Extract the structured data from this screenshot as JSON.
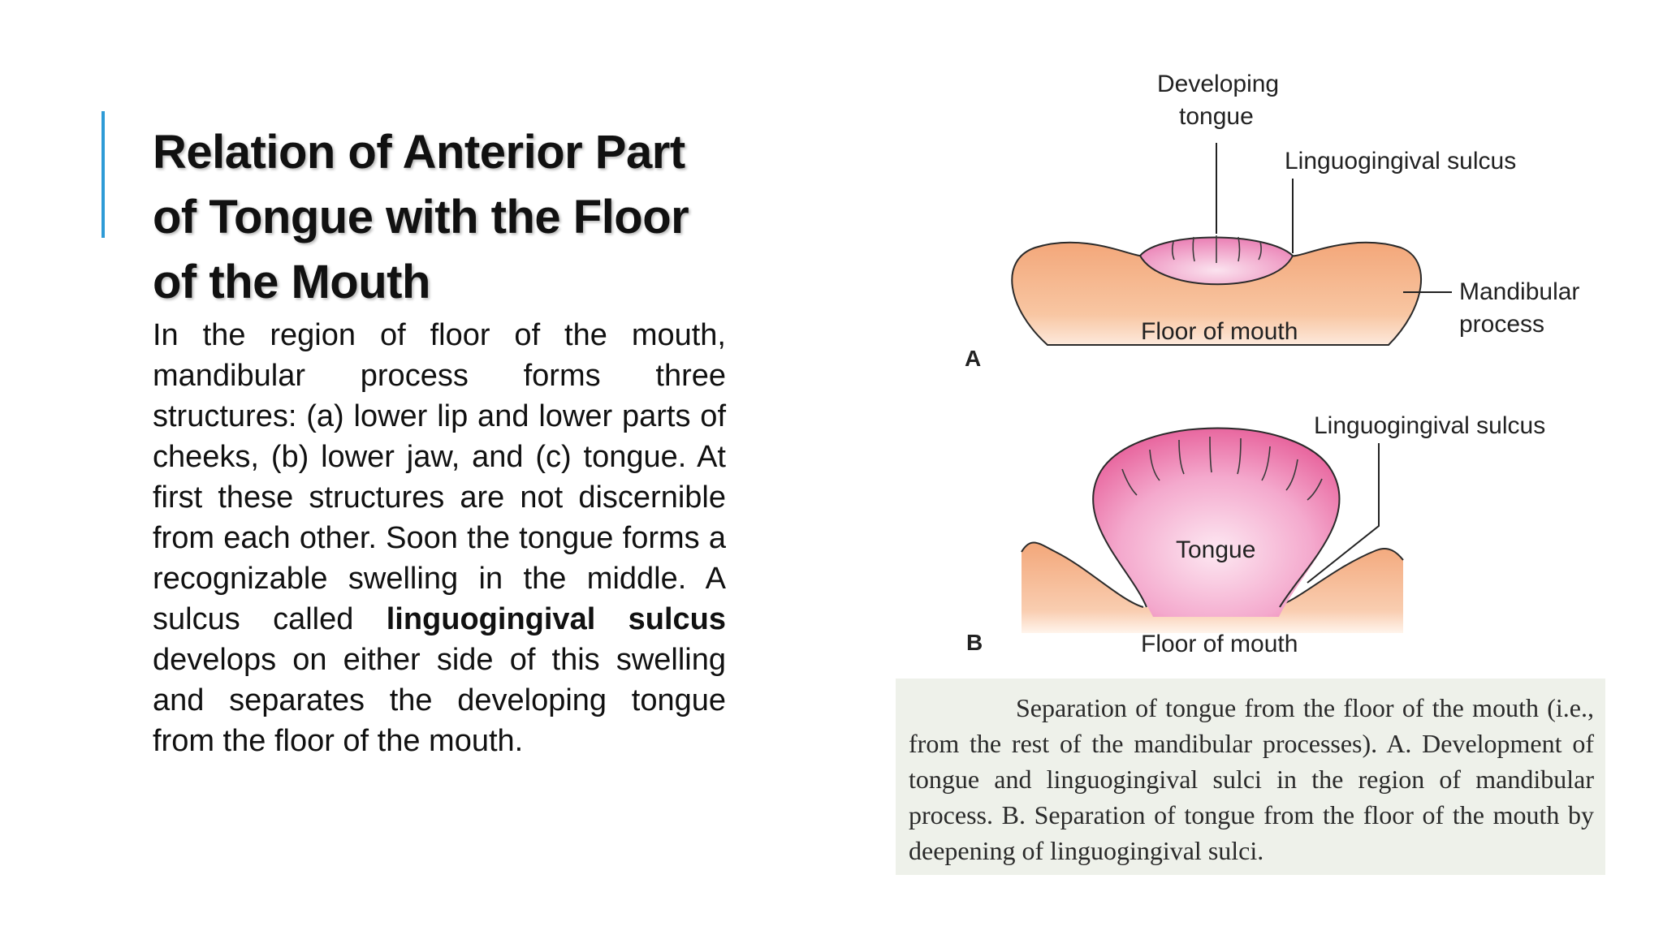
{
  "slide": {
    "title": "Relation of Anterior Part of Tongue with the Floor of the Mouth",
    "body_before_bold": "In the region of floor of the mouth, mandibular process forms three structures: (a) lower lip and lower parts of cheeks, (b) lower jaw, and (c) tongue. At first these structures are not discernible from each other. Soon the tongue forms a recognizable swelling in the middle. A sulcus called ",
    "body_bold": "linguogingival sulcus",
    "body_after_bold": " develops on either side of this swelling and separates the developing tongue from the floor of the mouth.",
    "accent_color": "#2e9bd6"
  },
  "figure": {
    "panel_a": {
      "letter": "A",
      "label_developing_tongue_line1": "Developing",
      "label_developing_tongue_line2": "tongue",
      "label_sulcus": "Linguogingival sulcus",
      "label_mandibular_line1": "Mandibular",
      "label_mandibular_line2": "process",
      "label_floor": "Floor of mouth"
    },
    "panel_b": {
      "letter": "B",
      "label_sulcus": "Linguogingival sulcus",
      "label_tongue": "Tongue",
      "label_floor": "Floor of mouth"
    },
    "colors": {
      "tissue": "#f6b88e",
      "tongue": "#f08fbf",
      "caption_bg": "#eef1ea"
    },
    "caption": "Separation of tongue from the floor of the mouth (i.e., from the rest of the mandibular processes). A. Development of tongue and linguogingival sulci in the region of mandibular process. B. Separation of tongue from the floor of the mouth by deepening of linguogingival sulci."
  }
}
